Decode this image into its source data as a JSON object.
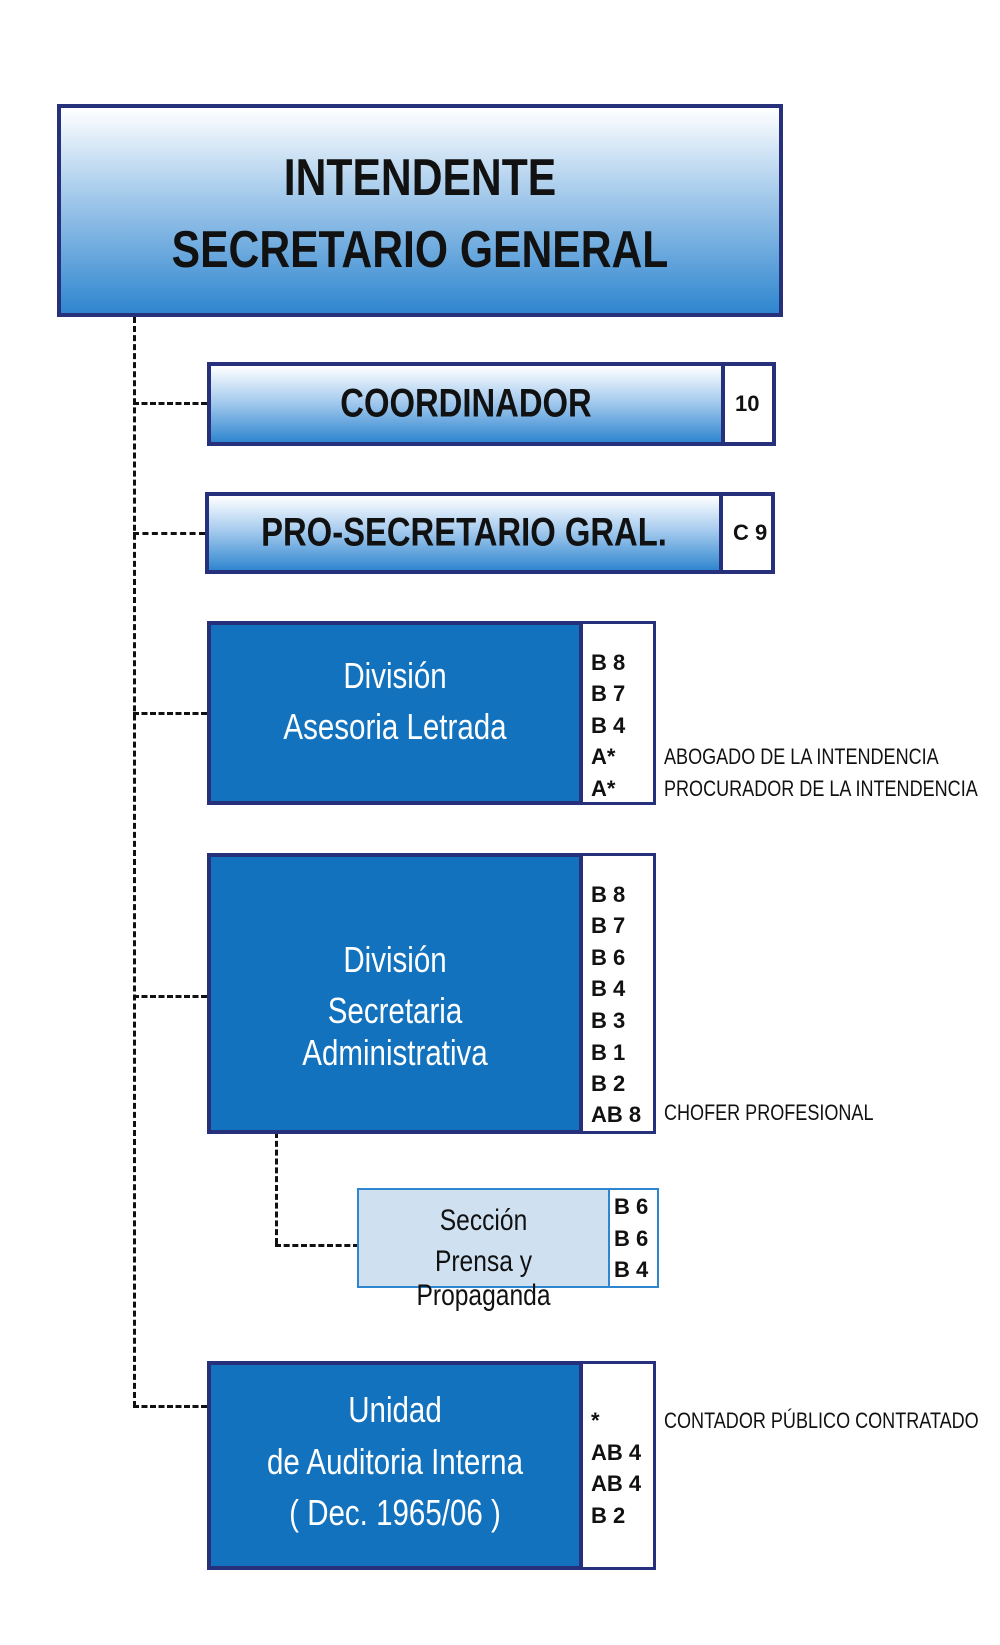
{
  "top": {
    "line1": "INTENDENTE",
    "line2": "SECRETARIO GENERAL"
  },
  "coordinador": {
    "label": "COORDINADOR",
    "code": "10"
  },
  "prosecretario": {
    "label": "PRO-SECRETARIO GRAL.",
    "code": "C 9"
  },
  "asesoria": {
    "line1": "División",
    "line2": "Asesoria Letrada",
    "codes": [
      "B 8",
      "B 7",
      "B 4",
      "A*",
      "A*"
    ],
    "notes": [
      "ABOGADO DE LA INTENDENCIA",
      "PROCURADOR DE LA INTENDENCIA"
    ]
  },
  "secretaria": {
    "line1": "División",
    "line2": "Secretaria Administrativa",
    "codes": [
      "B 8",
      "B 7",
      "B 6",
      "B 4",
      "B 3",
      "B 1",
      "B 2",
      "AB 8"
    ],
    "note": "CHOFER PROFESIONAL"
  },
  "seccion": {
    "line1": "Sección",
    "line2": "Prensa y Propaganda",
    "codes": [
      "B 6",
      "B 6",
      "B 4"
    ]
  },
  "auditoria": {
    "line1": "Unidad",
    "line2": "de Auditoria Interna",
    "line3": "( Dec. 1965/06 )",
    "codes": [
      "*",
      "AB 4",
      "AB 4",
      "B 2"
    ],
    "note": "CONTADOR PÚBLICO CONTRATADO"
  },
  "colors": {
    "border": "#27307a",
    "division": "#1372bd",
    "section": "#cfe1f1",
    "gradient_bottom": "#2f86cf"
  }
}
